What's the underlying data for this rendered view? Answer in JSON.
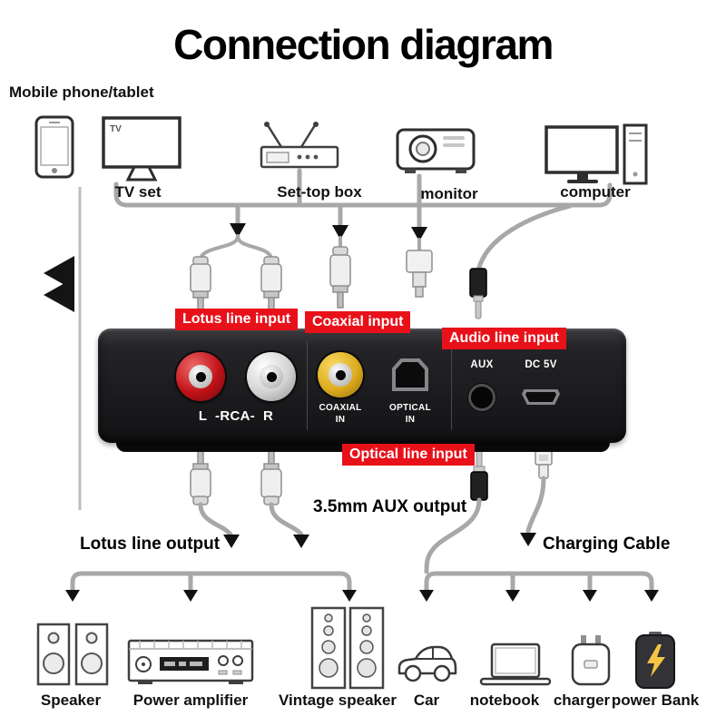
{
  "title": "Connection diagram",
  "top": {
    "mobile_label": "Mobile phone/tablet",
    "tv_badge": "TV",
    "tv_label": "TV set",
    "stb_label": "Set-top box",
    "monitor_label": "monitor",
    "computer_label": "computer"
  },
  "callouts": {
    "lotus_input": "Lotus line input",
    "coaxial_input": "Coaxial input",
    "audio_input": "Audio line input",
    "optical_input": "Optical line input",
    "aux_output": "3.5mm AUX output",
    "lotus_output": "Lotus line output",
    "charging_cable": "Charging Cable"
  },
  "device_panel": {
    "rca_label": "L  -RCA-  R",
    "coaxial_label": "COAXIAL\nIN",
    "optical_label": "OPTICAL\nIN",
    "aux_label": "AUX",
    "dc_label": "DC 5V"
  },
  "bottom": {
    "speaker_label": "Speaker",
    "amplifier_label": "Power amplifier",
    "vintage_label": "Vintage speaker",
    "car_label": "Car",
    "notebook_label": "notebook",
    "charger_label": "charger",
    "powerbank_label": "power Bank"
  },
  "colors": {
    "callout_red": "#e8111a",
    "device_body": "#1d1d20",
    "rca_red": "#b01218",
    "rca_white": "#d9d9d9",
    "rca_yellow": "#dfae1f",
    "cable_gray": "#a8a8a8",
    "arrow_black": "#111111"
  }
}
